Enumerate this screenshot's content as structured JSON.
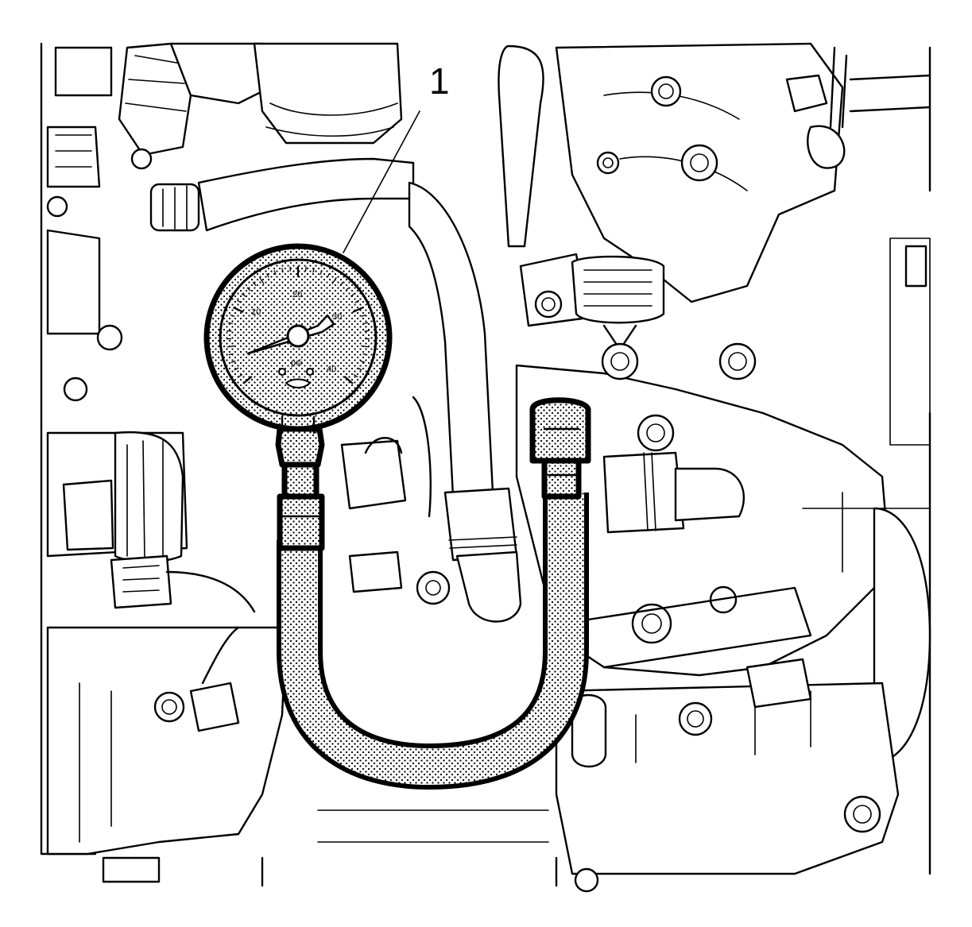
{
  "callout": {
    "number": "1"
  },
  "gauge": {
    "scale_labels": [
      "10",
      "20",
      "30",
      "40"
    ],
    "unit_label": "psi"
  },
  "colors": {
    "line": "#000000",
    "background": "#ffffff",
    "highlight_pattern": "#000000"
  }
}
